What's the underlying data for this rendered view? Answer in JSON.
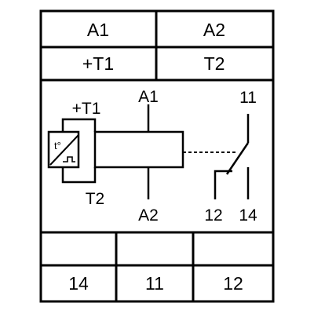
{
  "header": {
    "row1": {
      "left": "A1",
      "right": "A2"
    },
    "row2": {
      "left": "+T1",
      "right": "T2"
    }
  },
  "schematic": {
    "thermistor_pin_top": "+T1",
    "thermistor_pin_bottom": "T2",
    "thermistor_symbol": "t°",
    "coil_top": "A1",
    "coil_bottom": "A2",
    "contact_common": "11",
    "contact_nc": "12",
    "contact_no": "14"
  },
  "footer": {
    "cells": [
      "14",
      "11",
      "12"
    ]
  },
  "colors": {
    "line": "#000000",
    "background": "#ffffff"
  }
}
